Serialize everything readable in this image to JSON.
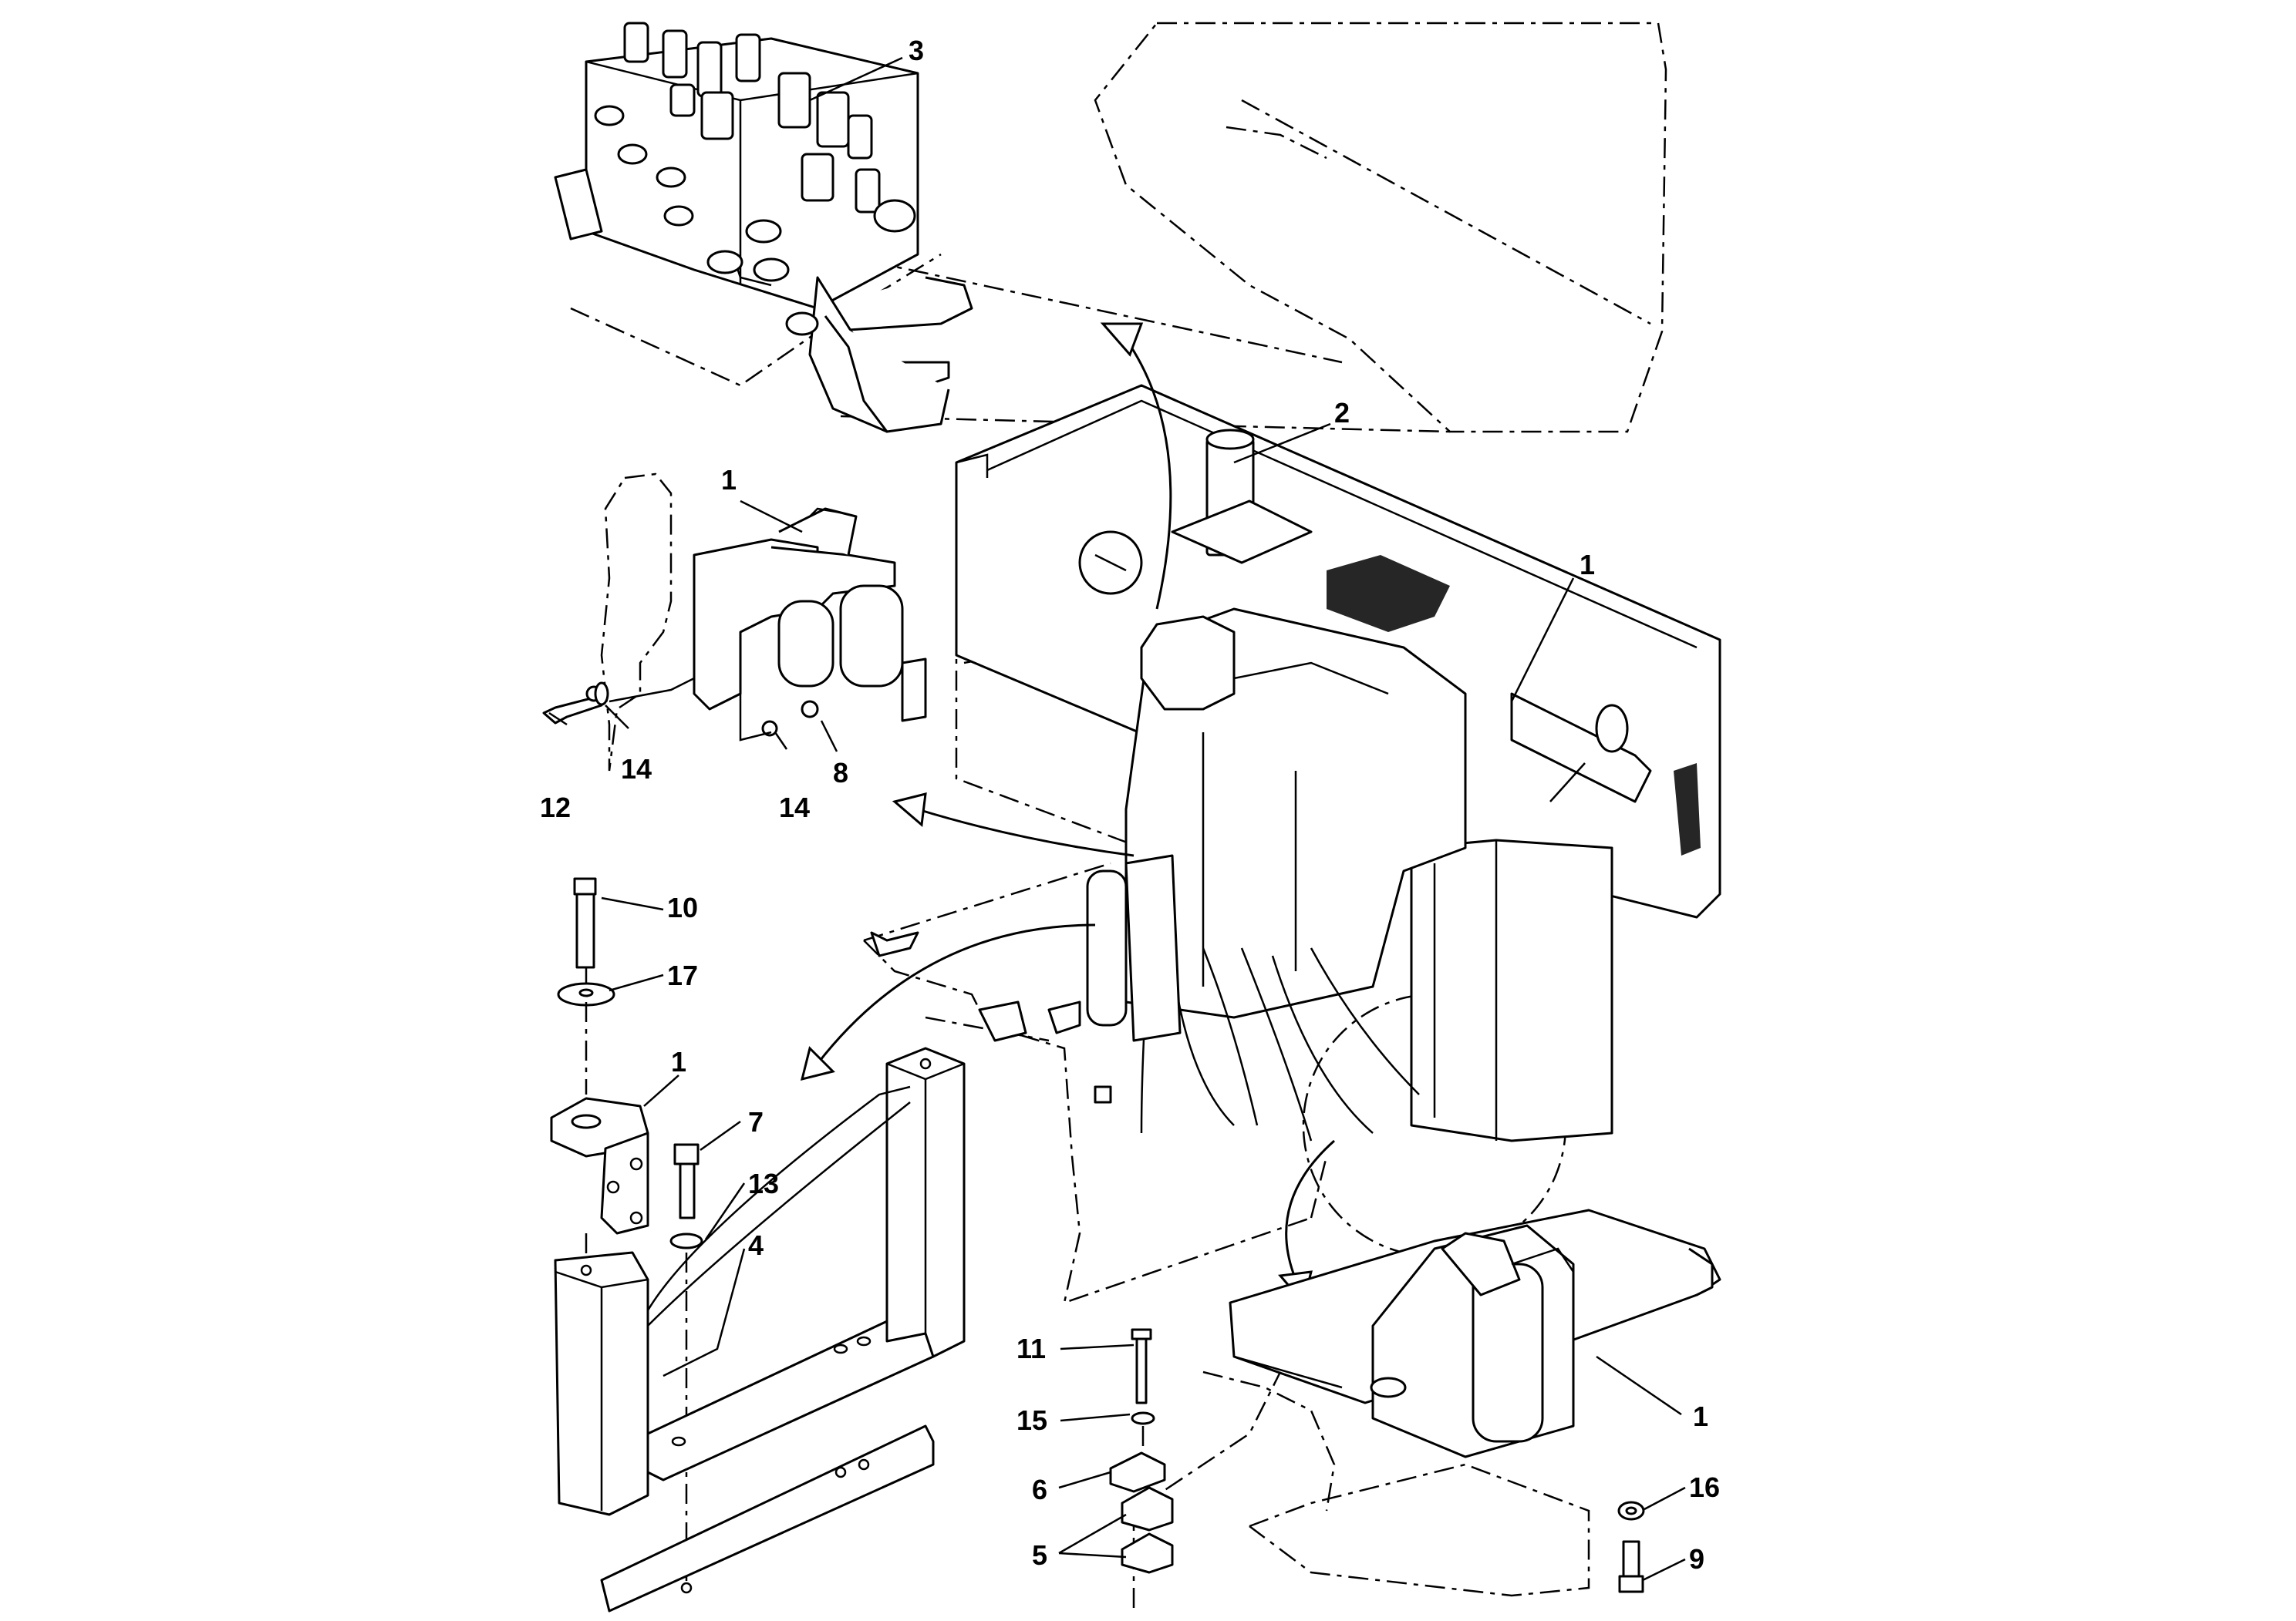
{
  "callouts": [
    {
      "id": "c3",
      "text": "3"
    },
    {
      "id": "c2",
      "text": "2"
    },
    {
      "id": "c1a",
      "text": "1"
    },
    {
      "id": "c1b",
      "text": "1"
    },
    {
      "id": "c1c",
      "text": "1"
    },
    {
      "id": "c1d",
      "text": "1"
    },
    {
      "id": "c8",
      "text": "8"
    },
    {
      "id": "c12",
      "text": "12"
    },
    {
      "id": "c14a",
      "text": "14"
    },
    {
      "id": "c14b",
      "text": "14"
    },
    {
      "id": "c10",
      "text": "10"
    },
    {
      "id": "c17",
      "text": "17"
    },
    {
      "id": "c7",
      "text": "7"
    },
    {
      "id": "c13",
      "text": "13"
    },
    {
      "id": "c4",
      "text": "4"
    },
    {
      "id": "c11",
      "text": "11"
    },
    {
      "id": "c15",
      "text": "15"
    },
    {
      "id": "c6",
      "text": "6"
    },
    {
      "id": "c5",
      "text": "5"
    },
    {
      "id": "c16",
      "text": "16"
    },
    {
      "id": "c9",
      "text": "9"
    }
  ]
}
